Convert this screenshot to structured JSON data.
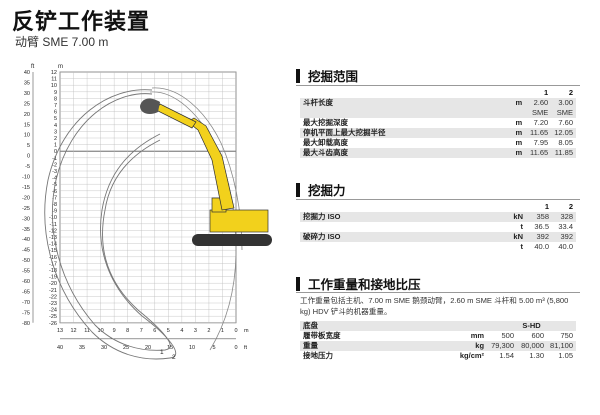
{
  "title": "反铲工作装置",
  "subtitle": "动臂 SME 7.00 m",
  "diagram": {
    "unit_ft": "ft",
    "unit_m": "m",
    "y_ft_ticks": [
      "40",
      "35",
      "30",
      "25",
      "20",
      "15",
      "10",
      "5",
      "0",
      "-5",
      "-10",
      "-15",
      "-20",
      "-25",
      "-30",
      "-35",
      "-40",
      "-45",
      "-50",
      "-55",
      "-60",
      "-65",
      "-70",
      "-75",
      "-80"
    ],
    "y_m_ticks": [
      "12",
      "11",
      "10",
      "9",
      "8",
      "7",
      "6",
      "5",
      "4",
      "3",
      "2",
      "1",
      "0",
      "-1",
      "-2",
      "-3",
      "-4",
      "-5",
      "-6",
      "-7",
      "-8",
      "-9",
      "-10",
      "-11",
      "-12",
      "-13",
      "-14",
      "-15",
      "-16",
      "-17",
      "-18",
      "-19",
      "-20",
      "-21",
      "-22",
      "-23",
      "-24",
      "-25",
      "-26"
    ],
    "x_m_ticks": [
      "13",
      "12",
      "11",
      "10",
      "9",
      "8",
      "7",
      "6",
      "5",
      "4",
      "3",
      "2",
      "1",
      "0",
      "m"
    ],
    "x_ft_ticks": [
      "40",
      "35",
      "30",
      "25",
      "20",
      "15",
      "10",
      "5",
      "0",
      "ft"
    ],
    "curve_labels": [
      "1",
      "2"
    ],
    "machine_color": "#f2d11c"
  },
  "digging_range": {
    "heading": "挖掘范围",
    "col1": "1",
    "col2": "2",
    "rows": [
      {
        "label": "斗杆长度",
        "unit": "m",
        "v1": "2.60",
        "v2": "3.00"
      },
      {
        "label": "",
        "unit": "",
        "v1": "SME",
        "v2": "SME"
      },
      {
        "label": "最大挖掘深度",
        "unit": "m",
        "v1": "7.20",
        "v2": "7.60"
      },
      {
        "label": "停机平面上最大挖掘半径",
        "unit": "m",
        "v1": "11.65",
        "v2": "12.05"
      },
      {
        "label": "最大卸载高度",
        "unit": "m",
        "v1": "7.95",
        "v2": "8.05"
      },
      {
        "label": "最大斗齿高度",
        "unit": "m",
        "v1": "11.65",
        "v2": "11.85"
      }
    ]
  },
  "digging_force": {
    "heading": "挖掘力",
    "col1": "1",
    "col2": "2",
    "rows": [
      {
        "label": "挖掘力 ISO",
        "unit": "kN",
        "v1": "358",
        "v2": "328"
      },
      {
        "label": "",
        "unit": "t",
        "v1": "36.5",
        "v2": "33.4"
      },
      {
        "label": "破碎力 ISO",
        "unit": "kN",
        "v1": "392",
        "v2": "392"
      },
      {
        "label": "",
        "unit": "t",
        "v1": "40.0",
        "v2": "40.0"
      }
    ]
  },
  "weight": {
    "heading": "工作重量和接地比压",
    "description": "工作重量包括主机、7.00 m SME 鹅颈动臂，2.60 m SME 斗杆和 5.00 m³ (5,800 kg) HDV 铲斗的机器重量。",
    "header": {
      "label": "底盘",
      "value": "S-HD"
    },
    "rows": [
      {
        "label": "履带板宽度",
        "unit": "mm",
        "v1": "500",
        "v2": "600",
        "v3": "750"
      },
      {
        "label": "重量",
        "unit": "kg",
        "v1": "79,300",
        "v2": "80,000",
        "v3": "81,100"
      },
      {
        "label": "接地压力",
        "unit": "kg/cm²",
        "v1": "1.54",
        "v2": "1.30",
        "v3": "1.05"
      }
    ]
  }
}
